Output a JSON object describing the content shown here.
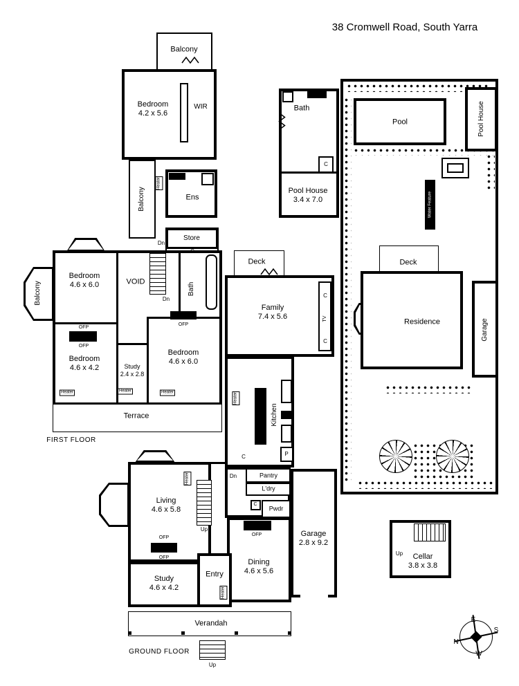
{
  "title": "38 Cromwell Road, South Yarra",
  "floor_labels": {
    "first": "FIRST FLOOR",
    "ground": "GROUND FLOOR"
  },
  "rooms": {
    "balcony_top": {
      "name": "Balcony"
    },
    "bedroom_top": {
      "name": "Bedroom",
      "dims": "4.2 x 5.6"
    },
    "wir": {
      "name": "WIR"
    },
    "balcony_mid": {
      "name": "Balcony"
    },
    "ens": {
      "name": "Ens"
    },
    "store": {
      "name": "Store"
    },
    "bedroom_nw": {
      "name": "Bedroom",
      "dims": "4.6 x 6.0"
    },
    "void": {
      "name": "VOID"
    },
    "balcony_west": {
      "name": "Balcony"
    },
    "bath_first": {
      "name": "Bath"
    },
    "bedroom_sw": {
      "name": "Bedroom",
      "dims": "4.6 x 4.2"
    },
    "study_first": {
      "name": "Study",
      "dims": "2.4 x 2.8"
    },
    "bedroom_se": {
      "name": "Bedroom",
      "dims": "4.6 x 6.0"
    },
    "terrace": {
      "name": "Terrace"
    },
    "bath_pool": {
      "name": "Bath"
    },
    "pool_house_plan": {
      "name": "Pool House",
      "dims": "3.4 x 7.0"
    },
    "deck_family": {
      "name": "Deck"
    },
    "family": {
      "name": "Family",
      "dims": "7.4 x 5.6"
    },
    "kitchen": {
      "name": "Kitchen"
    },
    "pantry": {
      "name": "Pantry"
    },
    "laundry": {
      "name": "L'dry"
    },
    "powder": {
      "name": "Pwdr"
    },
    "dining": {
      "name": "Dining",
      "dims": "4.6 x 5.6"
    },
    "garage_plan": {
      "name": "Garage",
      "dims": "2.8 x 9.2"
    },
    "pool": {
      "name": "Pool"
    },
    "pool_house_site": {
      "name": "Pool House"
    },
    "water_feature": {
      "name": "Water Feature"
    },
    "deck_site": {
      "name": "Deck"
    },
    "residence": {
      "name": "Residence"
    },
    "garage_site": {
      "name": "Garage"
    },
    "living": {
      "name": "Living",
      "dims": "4.6 x 5.8"
    },
    "study_ground": {
      "name": "Study",
      "dims": "4.6 x 4.2"
    },
    "entry": {
      "name": "Entry"
    },
    "verandah": {
      "name": "Verandah"
    },
    "cellar": {
      "name": "Cellar",
      "dims": "3.8 x 3.8"
    }
  },
  "annotations": {
    "dn": "Dn",
    "up": "Up",
    "cupboard": "C",
    "tv": "TV",
    "pantry_c": "P",
    "ofp": "OFP",
    "heater": "Heater"
  },
  "compass": {
    "n": "N",
    "e": "E",
    "s": "S",
    "w": "W"
  }
}
